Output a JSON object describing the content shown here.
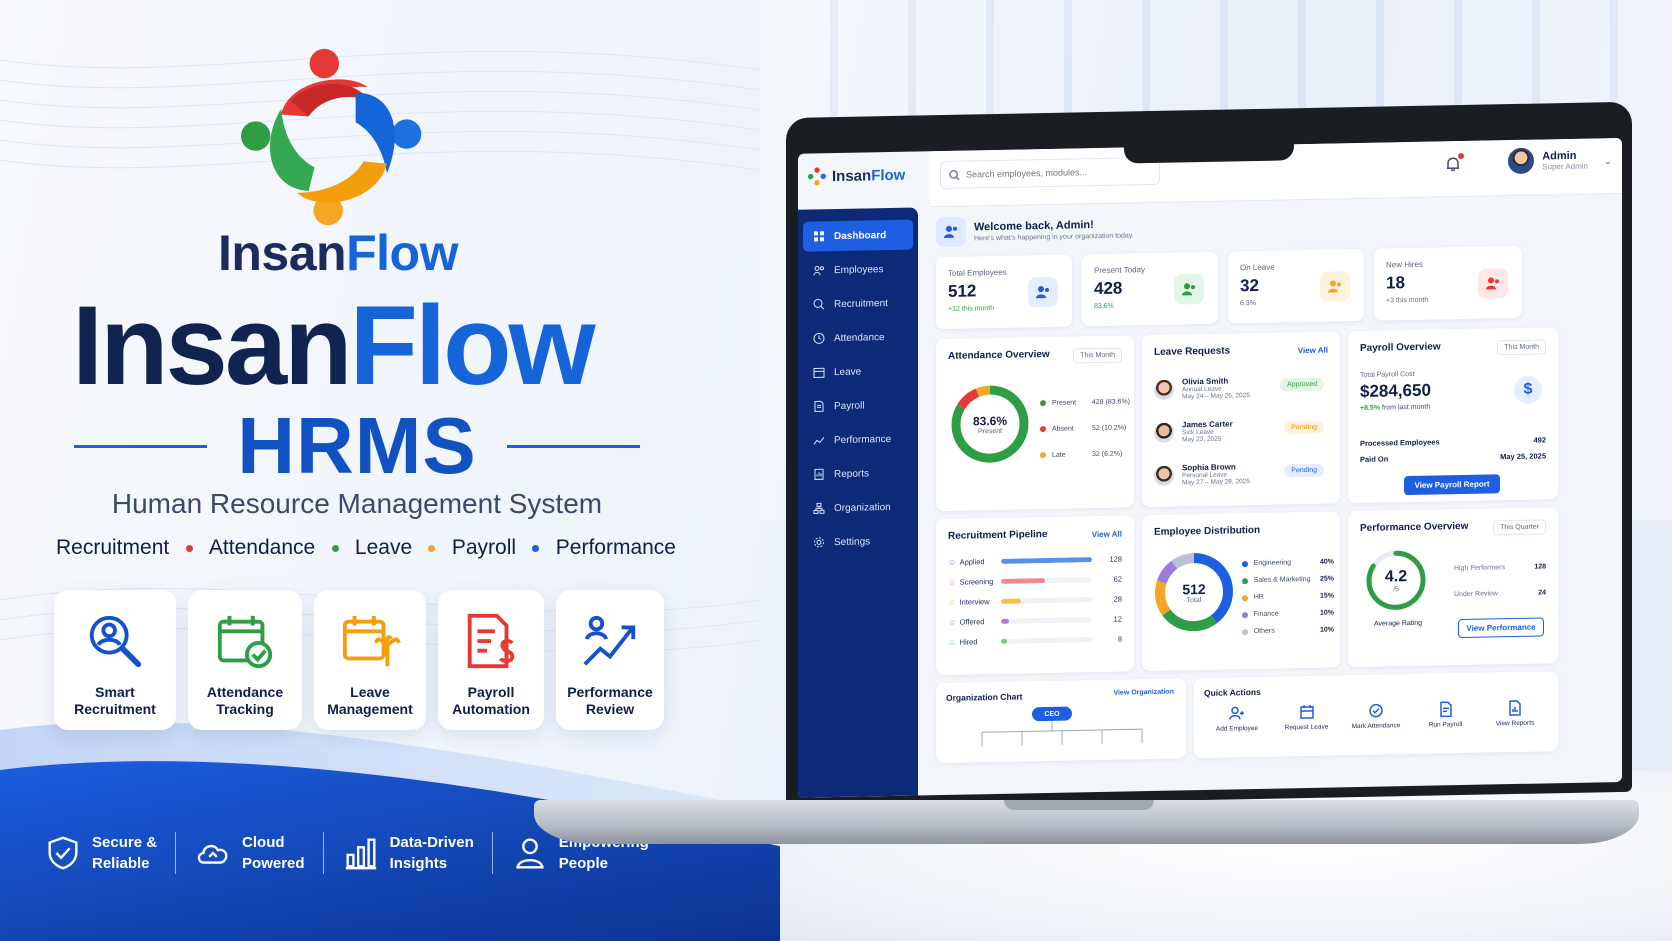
{
  "brand": {
    "name_a": "Insan",
    "name_b": "Flow",
    "product": "HRMS",
    "subtitle": "Human Resource Management System"
  },
  "modules": [
    "Recruitment",
    "Attendance",
    "Leave",
    "Payroll",
    "Performance"
  ],
  "module_dot_colors": [
    "#e53935",
    "#2e9d44",
    "#f5a623",
    "#1e5ee0"
  ],
  "features": [
    {
      "label": "Smart\nRecruitment",
      "icon": "search-person-icon"
    },
    {
      "label": "Attendance\nTracking",
      "icon": "calendar-check-icon"
    },
    {
      "label": "Leave\nManagement",
      "icon": "calendar-palm-icon"
    },
    {
      "label": "Payroll\nAutomation",
      "icon": "payroll-document-icon"
    },
    {
      "label": "Performance\nReview",
      "icon": "growth-chart-icon"
    }
  ],
  "bottom_features": [
    {
      "label": "Secure &\nReliable",
      "icon": "shield-check-icon"
    },
    {
      "label": "Cloud\nPowered",
      "icon": "cloud-icon"
    },
    {
      "label": "Data-Driven\nInsights",
      "icon": "bar-chart-icon"
    },
    {
      "label": "Empowering\nPeople",
      "icon": "person-icon"
    }
  ],
  "app": {
    "logo_a": "Insan",
    "logo_b": "Flow",
    "search_placeholder": "Search employees, modules...",
    "user": {
      "name": "Admin",
      "role": "Super Admin"
    },
    "sidebar": [
      "Dashboard",
      "Employees",
      "Recruitment",
      "Attendance",
      "Leave",
      "Payroll",
      "Performance",
      "Reports",
      "Organization",
      "Settings"
    ],
    "welcome": {
      "title": "Welcome back, Admin!",
      "subtitle": "Here's what's happening in your organization today."
    },
    "stats": [
      {
        "label": "Total Employees",
        "value": "512",
        "sub": "+12 this month",
        "color": "#2e9d44",
        "icon_bg": "#e5edff",
        "icon_color": "#1e5ee0"
      },
      {
        "label": "Present Today",
        "value": "428",
        "sub": "83.6%",
        "color": "#2e9d44",
        "icon_bg": "#e3f5e6",
        "icon_color": "#2e9d44"
      },
      {
        "label": "On Leave",
        "value": "32",
        "sub": "6.3%",
        "color": "#5b6580",
        "icon_bg": "#fff2dc",
        "icon_color": "#f5a623"
      },
      {
        "label": "New Hires",
        "value": "18",
        "sub": "+3 this month",
        "color": "#5b6580",
        "icon_bg": "#fde7e7",
        "icon_color": "#e53935"
      }
    ],
    "attendance": {
      "title": "Attendance Overview",
      "select": "This Month",
      "center_value": "83.6%",
      "center_label": "Present",
      "items": [
        {
          "name": "Present",
          "count": "428",
          "pct": "(83.6%)",
          "value": 83.6,
          "color": "#2e9d44"
        },
        {
          "name": "Absent",
          "count": "52",
          "pct": "(10.2%)",
          "value": 10.2,
          "color": "#e53935"
        },
        {
          "name": "Late",
          "count": "32",
          "pct": "(6.2%)",
          "value": 6.2,
          "color": "#f5a623"
        }
      ]
    },
    "leave_requests": {
      "title": "Leave Requests",
      "link": "View All",
      "items": [
        {
          "name": "Olivia Smith",
          "type": "Annual Leave",
          "dates": "May 24 – May 26, 2025",
          "status": "Approved",
          "cls": "ok"
        },
        {
          "name": "James Carter",
          "type": "Sick Leave",
          "dates": "May 23, 2025",
          "status": "Pending",
          "cls": "pend"
        },
        {
          "name": "Sophia Brown",
          "type": "Personal Leave",
          "dates": "May 27 – May 28, 2025",
          "status": "Pending",
          "cls": "pend2"
        }
      ]
    },
    "payroll": {
      "title": "Payroll Overview",
      "select": "This Month",
      "cost_label": "Total Payroll Cost",
      "cost": "$284,650",
      "change": "+8.5%",
      "change_suffix": "from last month",
      "processed_label": "Processed Employees",
      "processed": "492",
      "paid_label": "Paid On",
      "paid": "May 25, 2025",
      "button": "View Payroll Report"
    },
    "recruitment": {
      "title": "Recruitment Pipeline",
      "link": "View All",
      "items": [
        {
          "name": "Applied",
          "value": 128,
          "color": "#5b8def"
        },
        {
          "name": "Screening",
          "value": 62,
          "color": "#ef8a8a"
        },
        {
          "name": "Interview",
          "value": 28,
          "color": "#f5c04a"
        },
        {
          "name": "Offered",
          "value": 12,
          "color": "#b07be0"
        },
        {
          "name": "Hired",
          "value": 8,
          "color": "#6ccf7d"
        }
      ],
      "max": 128
    },
    "distribution": {
      "title": "Employee Distribution",
      "center_value": "512",
      "center_label": "Total",
      "items": [
        {
          "name": "Engineering",
          "pct": "40%",
          "value": 40,
          "color": "#1e5ee0"
        },
        {
          "name": "Sales & Marketing",
          "pct": "25%",
          "value": 25,
          "color": "#2e9d44"
        },
        {
          "name": "HR",
          "pct": "15%",
          "value": 15,
          "color": "#f5a623"
        },
        {
          "name": "Finance",
          "pct": "10%",
          "value": 10,
          "color": "#9c7be0"
        },
        {
          "name": "Others",
          "pct": "10%",
          "value": 10,
          "color": "#b9c2d4"
        }
      ]
    },
    "performance": {
      "title": "Performance Overview",
      "select": "This Quarter",
      "rating": "4.2",
      "out_of": "/5",
      "rating_value": 4.2,
      "rating_max": 5,
      "rating_label": "Average Rating",
      "rows": [
        {
          "name": "High Performers",
          "value": "128"
        },
        {
          "name": "Under Review",
          "value": "24"
        }
      ],
      "button": "View Performance"
    },
    "org_chart": {
      "title": "Organization Chart",
      "link": "View Organization",
      "root": "CEO"
    },
    "quick_actions": {
      "title": "Quick Actions",
      "items": [
        "Add Employee",
        "Request Leave",
        "Mark Attendance",
        "Run Payroll",
        "View Reports"
      ]
    }
  }
}
